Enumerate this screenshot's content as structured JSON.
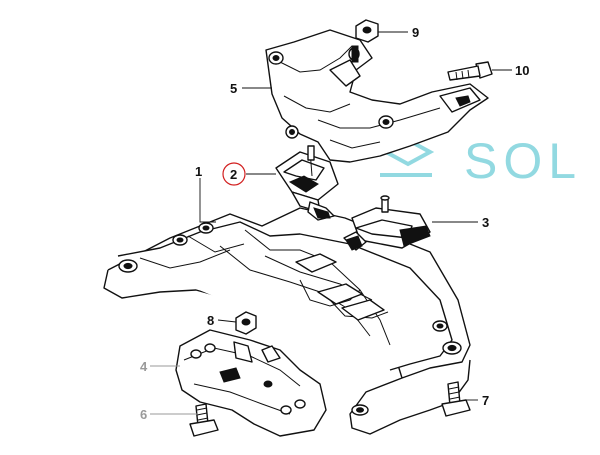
{
  "diagram": {
    "callouts": [
      {
        "id": "1",
        "label": "1",
        "color": "#111111"
      },
      {
        "id": "2",
        "label": "2",
        "color": "#111111",
        "highlight": "#d21f1f"
      },
      {
        "id": "3",
        "label": "3",
        "color": "#111111"
      },
      {
        "id": "4",
        "label": "4",
        "color": "#9a9a9a"
      },
      {
        "id": "5",
        "label": "5",
        "color": "#111111"
      },
      {
        "id": "6",
        "label": "6",
        "color": "#9a9a9a"
      },
      {
        "id": "7",
        "label": "7",
        "color": "#111111"
      },
      {
        "id": "8",
        "label": "8",
        "color": "#111111"
      },
      {
        "id": "9",
        "label": "9",
        "color": "#111111"
      },
      {
        "id": "10",
        "label": "10",
        "color": "#111111"
      }
    ],
    "watermark": {
      "text": "SOL",
      "color": "#7fd3dc"
    }
  }
}
